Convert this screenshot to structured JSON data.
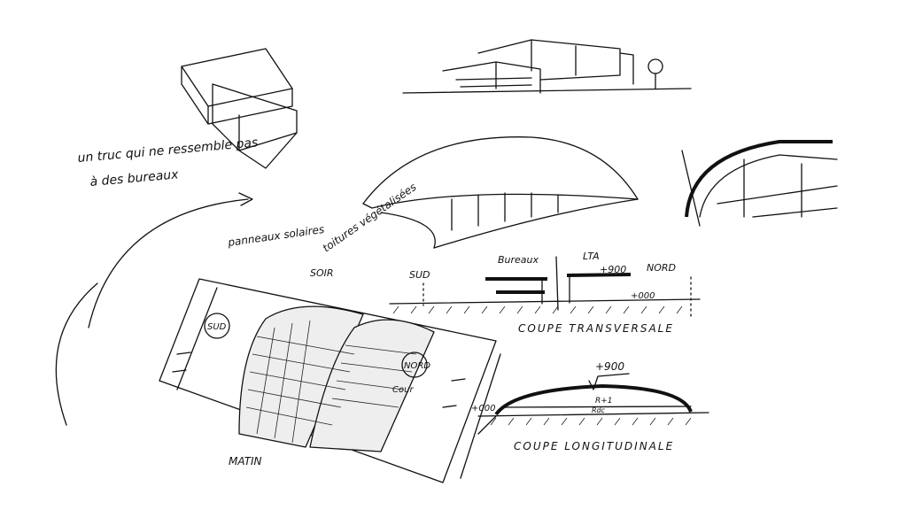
{
  "annotations": {
    "note_line1": "un truc qui ne ressemble pas",
    "note_line2": "à des bureaux",
    "solar_panels": "panneaux solaires",
    "green_roofs": "toitures végétalisées",
    "evening": "SOIR",
    "south_plan": "SUD",
    "north_plan": "NORD",
    "morning": "MATIN",
    "courtyard": "Cour"
  },
  "cross_section": {
    "title": "COUPE TRANSVERSALE",
    "south": "SUD",
    "offices": "Bureaux",
    "lta": "LTA",
    "level_top": "+900",
    "north": "NORD",
    "level_ground": "+000"
  },
  "long_section": {
    "title": "COUPE LONGITUDINALE",
    "level_top": "+900",
    "level_ground": "+000",
    "upper_floor": "R+1",
    "ground_floor": "Rdc"
  }
}
